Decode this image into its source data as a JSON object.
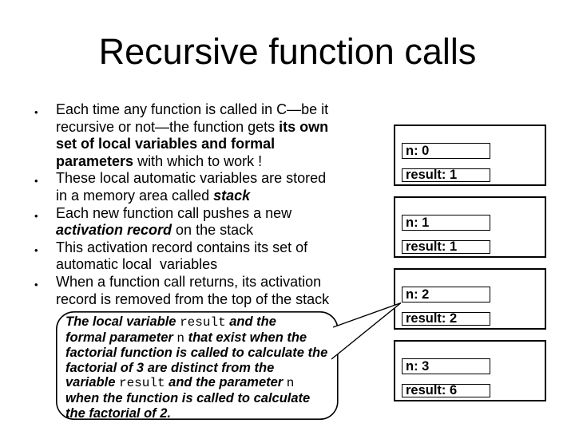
{
  "slide": {
    "title": "Recursive function calls"
  },
  "bullets": [
    {
      "lines": [
        [
          {
            "t": "Each time any function is called in C—be it"
          }
        ],
        [
          {
            "t": "recursive or not—the function gets "
          },
          {
            "t": "its own",
            "s": "b"
          }
        ],
        [
          {
            "t": "set of local variables and formal",
            "s": "b"
          }
        ],
        [
          {
            "t": "parameters",
            "s": "b"
          },
          {
            "t": " with which to work !"
          }
        ]
      ]
    },
    {
      "lines": [
        [
          {
            "t": "These local automatic variables are stored"
          }
        ],
        [
          {
            "t": "in a memory area called "
          },
          {
            "t": "stack",
            "s": "bi"
          }
        ]
      ]
    },
    {
      "lines": [
        [
          {
            "t": "Each new function call pushes a new"
          }
        ],
        [
          {
            "t": "activation record",
            "s": "bi"
          },
          {
            "t": " on the stack"
          }
        ]
      ]
    },
    {
      "lines": [
        [
          {
            "t": "This activation record contains its set of"
          }
        ],
        [
          {
            "t": "automatic local  variables"
          }
        ]
      ]
    },
    {
      "lines": [
        [
          {
            "t": "When a function call returns, its activation"
          }
        ],
        [
          {
            "t": "record is removed from the top of the stack"
          }
        ]
      ]
    }
  ],
  "callout": {
    "lines": [
      [
        {
          "t": "The local variable "
        },
        {
          "t": "result",
          "s": "m"
        },
        {
          "t": " and the"
        }
      ],
      [
        {
          "t": "formal parameter "
        },
        {
          "t": "n",
          "s": "m"
        },
        {
          "t": " that exist when the"
        }
      ],
      [
        {
          "t": "factorial function is called to calculate the"
        }
      ],
      [
        {
          "t": "factorial of 3 are distinct from the"
        }
      ],
      [
        {
          "t": "variable "
        },
        {
          "t": "result",
          "s": "m"
        },
        {
          "t": " and the parameter "
        },
        {
          "t": "n",
          "s": "m"
        }
      ],
      [
        {
          "t": "when the function is called to calculate"
        }
      ],
      [
        {
          "t": "the factorial of 2."
        }
      ]
    ]
  },
  "stack_frames": [
    {
      "n": "n: 0",
      "result": "result: 1"
    },
    {
      "n": "n: 1",
      "result": "result: 1"
    },
    {
      "n": "n: 2",
      "result": "result: 2"
    },
    {
      "n": "n: 3",
      "result": "result: 6"
    }
  ],
  "bullet_glyph": "•",
  "colors": {
    "background": "#ffffff",
    "text": "#000000",
    "border": "#000000"
  }
}
